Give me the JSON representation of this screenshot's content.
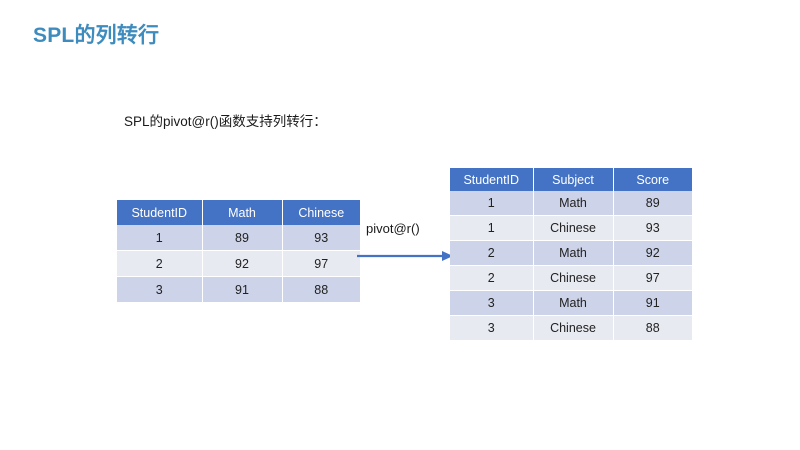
{
  "slide": {
    "title": "SPL的列转行",
    "subtitle": "SPL的pivot@r()函数支持列转行：",
    "title_color": "#3E8CBE",
    "accent_color": "#4472C4",
    "band_dark_color": "#CDD3E8",
    "band_light_color": "#E8EAF2",
    "background_color": "#FFFFFF"
  },
  "arrow": {
    "label": "pivot@r()",
    "icon": "right-arrow-icon",
    "color": "#4472C4"
  },
  "source_table": {
    "name": "source-table",
    "headers": [
      "StudentID",
      "Math",
      "Chinese"
    ],
    "rows": [
      [
        "1",
        "89",
        "93"
      ],
      [
        "2",
        "92",
        "97"
      ],
      [
        "3",
        "91",
        "88"
      ]
    ]
  },
  "result_table": {
    "name": "result-table",
    "headers": [
      "StudentID",
      "Subject",
      "Score"
    ],
    "rows": [
      [
        "1",
        "Math",
        "89"
      ],
      [
        "1",
        "Chinese",
        "93"
      ],
      [
        "2",
        "Math",
        "92"
      ],
      [
        "2",
        "Chinese",
        "97"
      ],
      [
        "3",
        "Math",
        "91"
      ],
      [
        "3",
        "Chinese",
        "88"
      ]
    ]
  }
}
